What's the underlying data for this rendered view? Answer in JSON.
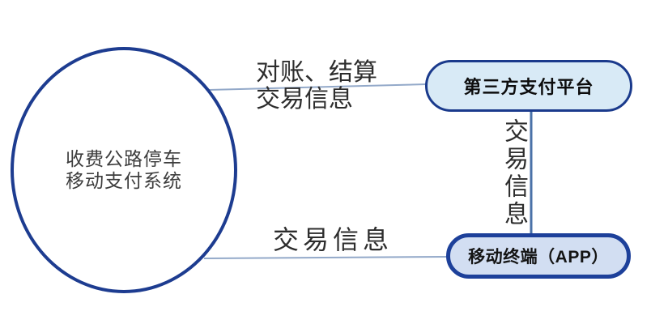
{
  "diagram": {
    "nodes": {
      "system_ellipse": {
        "label_line1": "收费公路停车",
        "label_line2": "移动支付系统"
      },
      "payment_platform": {
        "label": "第三方支付平台"
      },
      "mobile_terminal": {
        "label": "移动终端（APP）"
      }
    },
    "edge_labels": {
      "system_to_platform_line1": "对账、结算",
      "system_to_platform_line2": "交易信息",
      "platform_to_terminal": "交易信息",
      "system_to_terminal": "交易信息"
    },
    "colors": {
      "node_border": "#1d3c90",
      "pill_top_fill": "#d8eaf6",
      "pill_bottom_fill": "#d2def2",
      "connector_light": "#93a9c9",
      "connector_dark": "#4a72a8",
      "label_text": "#2d2d2d"
    }
  }
}
